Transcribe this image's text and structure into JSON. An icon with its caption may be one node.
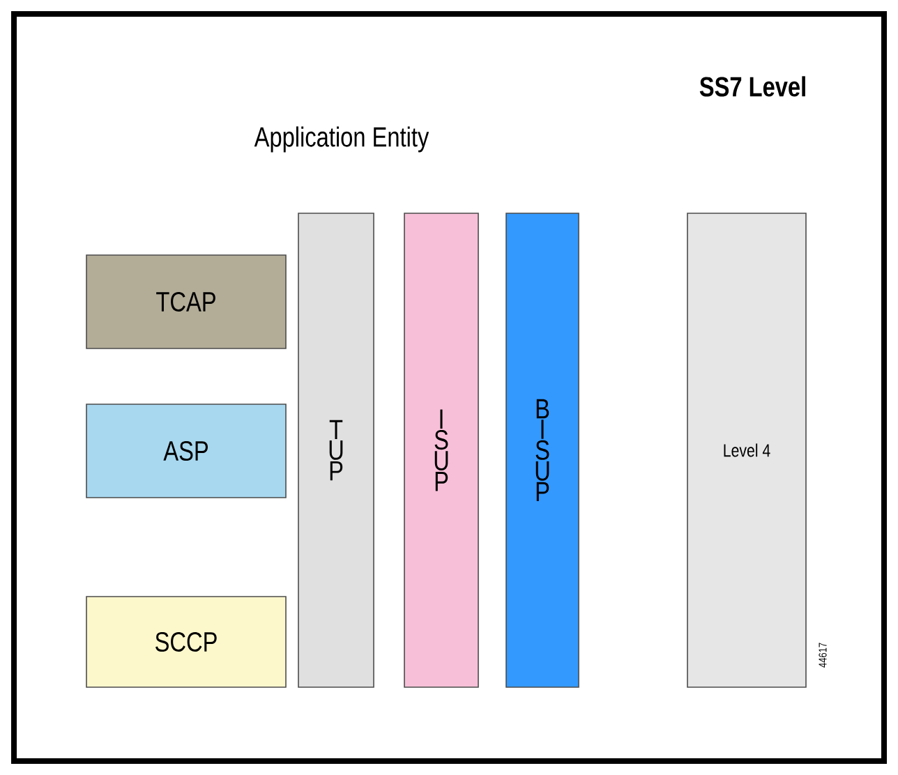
{
  "diagram": {
    "title": "SS7 Level",
    "nodes": [
      {
        "text": [
          "TCAP"
        ]
      },
      {
        "text": [
          "ASP"
        ]
      },
      {
        "text": [
          "SCCP"
        ]
      },
      {
        "text": [
          "T U P"
        ]
      },
      {
        "text": [
          "I S U P"
        ]
      },
      {
        "text": [
          "B I S U P"
        ]
      },
      {
        "text": [
          "Level 4"
        ]
      }
    ],
    "labels": [
      "Application Entity",
      "44617"
    ]
  }
}
